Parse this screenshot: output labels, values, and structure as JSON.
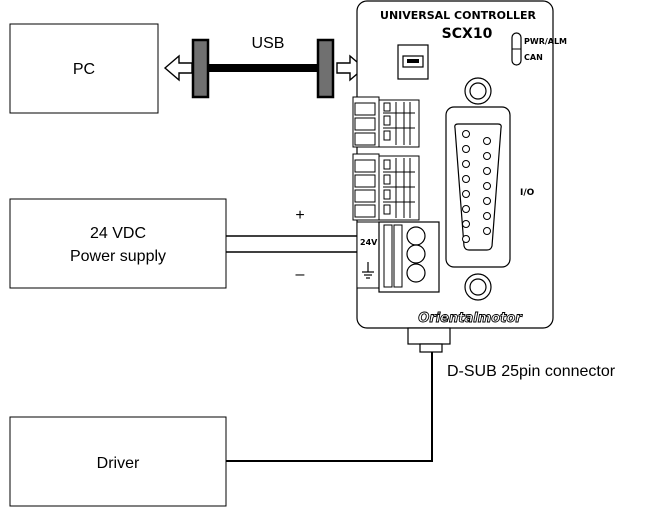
{
  "boxes": {
    "pc": "PC",
    "power_line1": "24 VDC",
    "power_line2": "Power supply",
    "driver": "Driver"
  },
  "cable": {
    "usb_label": "USB"
  },
  "power": {
    "plus": "+",
    "minus": "–"
  },
  "controller": {
    "title": "UNIVERSAL CONTROLLER",
    "model": "SCX10",
    "led_top": "PWR/ALM",
    "led_bottom": "CAN",
    "io_label": "I/O",
    "voltage_label": "24V",
    "brand": "Orientalmotor"
  },
  "connector": {
    "dsub_label": "D-SUB 25pin connector"
  }
}
